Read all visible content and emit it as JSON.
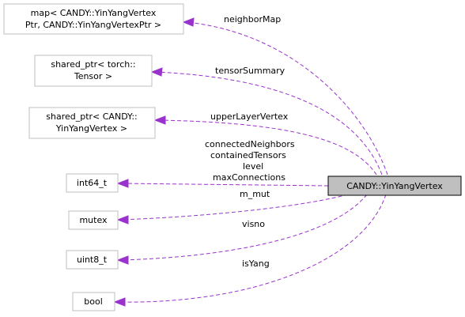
{
  "diagram": {
    "main_class": {
      "label": "CANDY::YinYangVertex"
    },
    "nodes": [
      {
        "id": "map",
        "lines": [
          "map< CANDY::YinYangVertex",
          "Ptr, CANDY::YinYangVertexPtr >"
        ]
      },
      {
        "id": "tensor",
        "lines": [
          "shared_ptr< torch::",
          "Tensor >"
        ]
      },
      {
        "id": "vertex",
        "lines": [
          "shared_ptr< CANDY::",
          "YinYangVertex >"
        ]
      },
      {
        "id": "int64",
        "lines": [
          "int64_t"
        ]
      },
      {
        "id": "mutex",
        "lines": [
          "mutex"
        ]
      },
      {
        "id": "uint8",
        "lines": [
          "uint8_t"
        ]
      },
      {
        "id": "bool",
        "lines": [
          "bool"
        ]
      }
    ],
    "edges": [
      {
        "from": "map",
        "lines": [
          "neighborMap"
        ]
      },
      {
        "from": "tensor",
        "lines": [
          "tensorSummary"
        ]
      },
      {
        "from": "vertex",
        "lines": [
          "upperLayerVertex"
        ]
      },
      {
        "from": "int64",
        "lines": [
          "connectedNeighbors",
          "containedTensors",
          "level",
          "maxConnections"
        ]
      },
      {
        "from": "mutex",
        "lines": [
          "m_mut"
        ]
      },
      {
        "from": "uint8",
        "lines": [
          "visno"
        ]
      },
      {
        "from": "bool",
        "lines": [
          "isYang"
        ]
      }
    ],
    "colors": {
      "edge": "#9a32cd",
      "main_fill": "#bfbfbf",
      "node_border": "#bfbfbf"
    }
  }
}
